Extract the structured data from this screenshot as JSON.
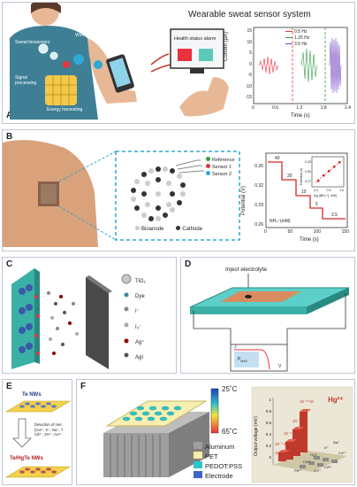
{
  "panels": {
    "A": {
      "label": "A",
      "title": "Wearable sweat sensor system",
      "body_labels": [
        "Sweat biosensors",
        "Wireless transmission",
        "Signal processing",
        "Energy harvesting"
      ],
      "alarm_text": "Health status alarm",
      "chart": {
        "ylabel": "Current (μA)",
        "xlabel": "Time (s)",
        "xticks": [
          "0",
          "0.6",
          "1.2",
          "1.8",
          "2.4"
        ],
        "yticks": [
          "15",
          "10",
          "5",
          "0",
          "-5",
          "-10",
          "-15"
        ],
        "legend": [
          "0.5 Hz",
          "1.25 Hz",
          "3.5 Hz"
        ]
      }
    },
    "B": {
      "label": "B",
      "legend": [
        "Reference",
        "Sensor 1",
        "Sensor 2"
      ],
      "electrode_labels": [
        "Bioanode",
        "Cathode"
      ],
      "chart": {
        "ylabel": "Potential (V)",
        "xlabel": "Time (s)",
        "xticks": [
          "0",
          "50",
          "100",
          "150"
        ],
        "yticks": [
          "0.35",
          "0.32",
          "0.29",
          "0.26"
        ],
        "step_labels": [
          "40",
          "20",
          "10",
          "5",
          "2.5"
        ],
        "conc_label": "NH₄⁺(mM)",
        "inset_ylabel": "Potential (V)",
        "inset_xlabel": "log ([NH₄⁺], mM)",
        "inset_xticks": [
          "0.3",
          "0.9",
          "1.5"
        ],
        "inset_yticks": [
          "0.33",
          "0.30",
          "0.27"
        ]
      }
    },
    "C": {
      "label": "C",
      "legend": [
        "TiO₂",
        "Dye",
        "I⁻",
        "I₃⁻",
        "Ag⁺",
        "AgI"
      ]
    },
    "D": {
      "label": "D",
      "inject_text": "Inject electrolyte",
      "inset_j": "J",
      "inset_v": "V",
      "inset_pmax": "P",
      "inset_pmax_sub": "MAX"
    },
    "E": {
      "label": "E",
      "top": "Te NWs",
      "detection": "Detection of met. (Ca²⁺, K⁺, Na⁺, T Cd²⁺, Zn²⁺, Cu²⁺",
      "bottom": "Te/HgTe NWs"
    },
    "F": {
      "label": "F",
      "temp_high": "25˚C",
      "temp_low": "65˚C",
      "layers": [
        "Aluminum",
        "PET",
        "PEDOT:PSS",
        "Electrode"
      ],
      "bar_ylabel": "Output voltage (mV)",
      "bar_yticks": [
        "1",
        "0.8",
        "0.6",
        "0.4",
        "0.2",
        "0"
      ],
      "hg_label": "Hg²⁺",
      "conc_labels": [
        "10⁻⁶ M",
        "10⁻⁷ M",
        "10⁻⁸ M",
        "10⁻⁹ M",
        "10⁻¹⁰ M"
      ],
      "ion_labels": [
        "H₂O",
        "Ca²⁺",
        "K⁺",
        "Na⁺",
        "Cd²⁺",
        "Cu²⁺",
        "Pb²⁺",
        "Zn²⁺"
      ]
    }
  },
  "colors": {
    "red": "#e8323c",
    "green": "#2f9e44",
    "purple": "#7a4fc4",
    "border": "#bfc7d2",
    "bar": "#c0392b"
  }
}
